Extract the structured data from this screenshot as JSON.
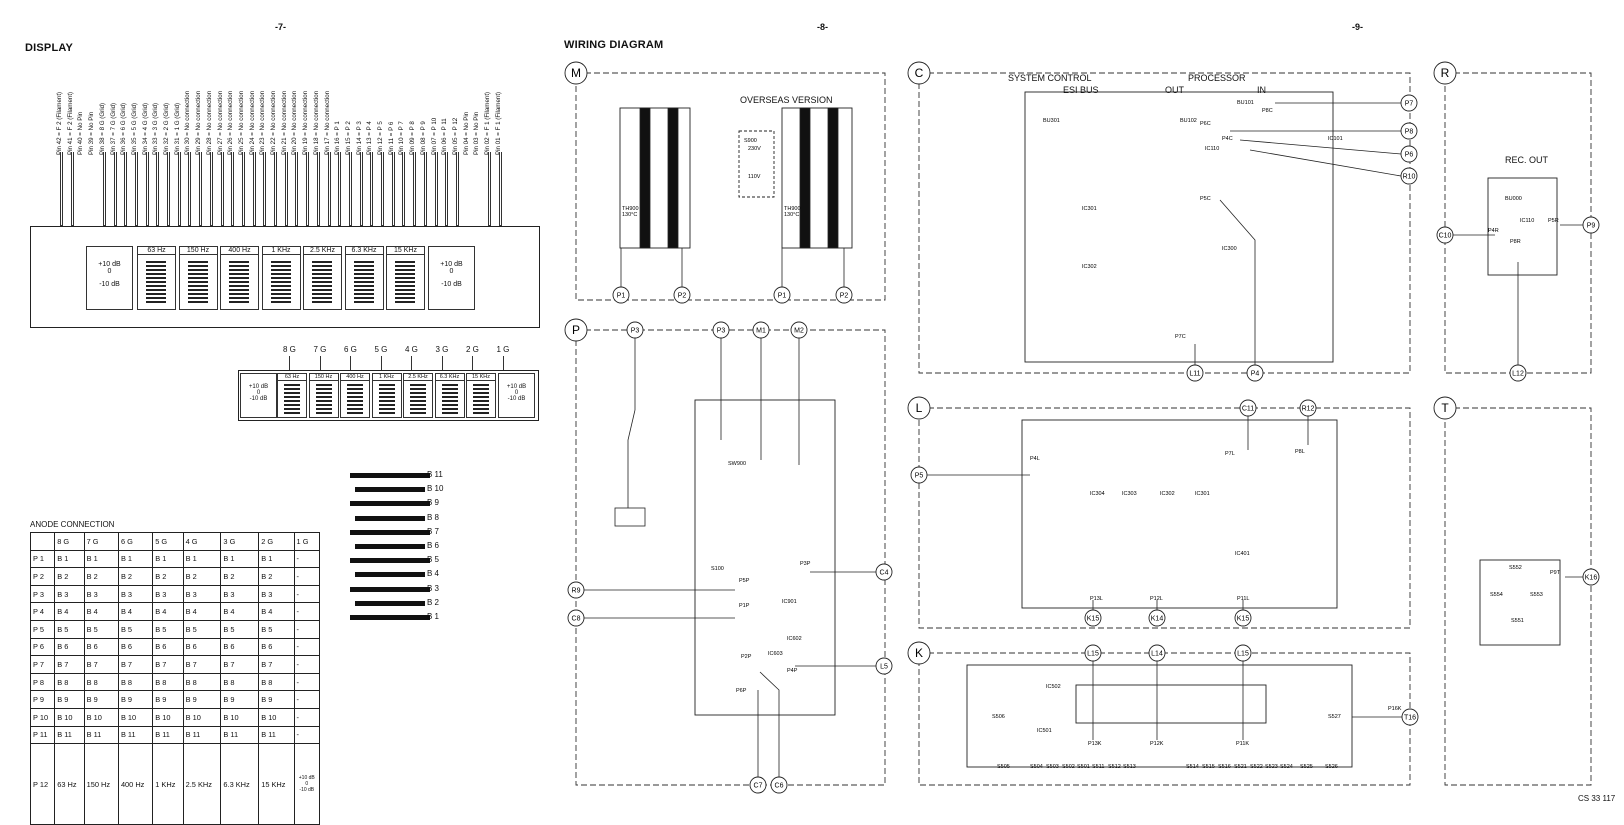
{
  "page_numbers": [
    "-7-",
    "-8-",
    "-9-"
  ],
  "display": {
    "title": "DISPLAY",
    "pins_left": [
      "Pin 42 = F 2 (Filament)",
      "Pin 41 = F 2 (Filament)",
      "Pin 40 = No Pin",
      "Pin 39 = No Pin",
      "Pin 38 = 8 G (Grid)",
      "Pin 37 = 7 G (Grid)",
      "Pin 36 = 6 G (Grid)",
      "Pin 35 = 5 G (Grid)",
      "Pin 34 = 4 G (Grid)",
      "Pin 33 = 3 G (Grid)",
      "Pin 32 = 2 G (Grid)",
      "Pin 31 = 1 G (Grid)",
      "Pin 30 = No connection",
      "Pin 29 = No connection",
      "Pin 28 = No connection",
      "Pin 27 = No connection",
      "Pin 26 = No connection",
      "Pin 25 = No connection",
      "Pin 24 = No connection",
      "Pin 23 = No connection",
      "Pin 22 = No connection",
      "Pin 21 = No connection",
      "Pin 20 = No connection",
      "Pin 19 = No connection",
      "Pin 18 = No connection",
      "Pin 17 = No connection",
      "Pin 16 = P 1",
      "Pin 15 = P 2",
      "Pin 14 = P 3",
      "Pin 13 = P 4",
      "Pin 12 = P 5",
      "Pin 11 = P 6",
      "Pin 10 = P 7",
      "Pin 09 = P 8",
      "Pin 08 = P 9",
      "Pin 07 = P 10",
      "Pin 06 = P 11",
      "Pin 05 = P 12",
      "Pin 04 = No Pin",
      "Pin 03 = No Pin",
      "Pin 02 = F 1 (Filament)",
      "Pin 01 = F 1 (Filament)"
    ],
    "bands": [
      "63 Hz",
      "150 Hz",
      "400 Hz",
      "1 KHz",
      "2.5 KHz",
      "6.3 KHz",
      "15 KHz"
    ],
    "level_left": [
      "+10 dB",
      "0",
      "-10 dB"
    ],
    "level_right": [
      "+10 dB",
      "0",
      "-10 dB"
    ],
    "grids": [
      "8 G",
      "7 G",
      "6 G",
      "5 G",
      "4 G",
      "3 G",
      "2 G",
      "1 G"
    ],
    "segments": [
      "B 11",
      "B 10",
      "B 9",
      "B 8",
      "B 7",
      "B 6",
      "B 5",
      "B 4",
      "B 3",
      "B 2",
      "B 1"
    ]
  },
  "anode": {
    "title": "ANODE CONNECTION",
    "headers": [
      "",
      "8 G",
      "7 G",
      "6 G",
      "5 G",
      "4 G",
      "3 G",
      "2 G",
      "1 G"
    ],
    "rows": [
      [
        "P 1",
        "B 1",
        "B 1",
        "B 1",
        "B 1",
        "B 1",
        "B 1",
        "B 1",
        "-"
      ],
      [
        "P 2",
        "B 2",
        "B 2",
        "B 2",
        "B 2",
        "B 2",
        "B 2",
        "B 2",
        "-"
      ],
      [
        "P 3",
        "B 3",
        "B 3",
        "B 3",
        "B 3",
        "B 3",
        "B 3",
        "B 3",
        "-"
      ],
      [
        "P 4",
        "B 4",
        "B 4",
        "B 4",
        "B 4",
        "B 4",
        "B 4",
        "B 4",
        "-"
      ],
      [
        "P 5",
        "B 5",
        "B 5",
        "B 5",
        "B 5",
        "B 5",
        "B 5",
        "B 5",
        "-"
      ],
      [
        "P 6",
        "B 6",
        "B 6",
        "B 6",
        "B 6",
        "B 6",
        "B 6",
        "B 6",
        "-"
      ],
      [
        "P 7",
        "B 7",
        "B 7",
        "B 7",
        "B 7",
        "B 7",
        "B 7",
        "B 7",
        "-"
      ],
      [
        "P 8",
        "B 8",
        "B 8",
        "B 8",
        "B 8",
        "B 8",
        "B 8",
        "B 8",
        "-"
      ],
      [
        "P 9",
        "B 9",
        "B 9",
        "B 9",
        "B 9",
        "B 9",
        "B 9",
        "B 9",
        "-"
      ],
      [
        "P 10",
        "B 10",
        "B 10",
        "B 10",
        "B 10",
        "B 10",
        "B 10",
        "B 10",
        "-"
      ],
      [
        "P 11",
        "B 11",
        "B 11",
        "B 11",
        "B 11",
        "B 11",
        "B 11",
        "B 11",
        "-"
      ]
    ],
    "last_row": [
      "P 12",
      "63 Hz",
      "150 Hz",
      "400 Hz",
      "1 KHz",
      "2.5 KHz",
      "6.3 KHz",
      "15 KHz"
    ],
    "last_levels": [
      "+10 dB",
      "0",
      "-10 dB"
    ]
  },
  "wiring": {
    "title": "WIRING DIAGRAM",
    "overseas": "OVERSEAS VERSION",
    "system_control": "SYSTEM CONTROL",
    "esi_bus": "ESI BUS",
    "processor": "PROCESSOR",
    "out": "OUT",
    "in": "IN",
    "rec_out": "REC. OUT",
    "panel_letters": [
      "M",
      "P",
      "C",
      "R",
      "L",
      "T",
      "K"
    ],
    "connectors": {
      "M": [
        "P1",
        "P2",
        "P1",
        "P2"
      ],
      "P": [
        "P3",
        "P3",
        "M1",
        "M2",
        "R9",
        "C8",
        "C4",
        "L5",
        "C7",
        "C6"
      ],
      "C": [
        "P7",
        "P8",
        "P6",
        "R10",
        "L11",
        "P4"
      ],
      "R": [
        "C10",
        "P9",
        "L12"
      ],
      "L": [
        "C11",
        "R12",
        "P5",
        "K15",
        "K14",
        "K15"
      ],
      "T": [
        "K16"
      ],
      "K": [
        "L15",
        "L14",
        "L15",
        "T16"
      ]
    },
    "parts": {
      "M": [
        "TH900",
        "130°C",
        "S900",
        "230V",
        "110V",
        "TH900",
        "130°C"
      ],
      "P": [
        "SW900",
        "S100",
        "P5P",
        "P1P",
        "IC901",
        "IC603",
        "IC602",
        "P2P",
        "P6P",
        "P4P",
        "P3P"
      ],
      "C": [
        "BU301",
        "BU102",
        "BU101",
        "P8C",
        "P7C",
        "P6C",
        "P4C",
        "IC101",
        "IC110",
        "IC301",
        "IC302",
        "IC300",
        "P5C"
      ],
      "R": [
        "BU000",
        "IC110",
        "P4R",
        "P5R",
        "P8R"
      ],
      "L": [
        "P4L",
        "P7L",
        "P8L",
        "IC304",
        "IC303",
        "IC302",
        "IC301",
        "IC401",
        "P13L",
        "P12L",
        "P11L"
      ],
      "T": [
        "S552",
        "S554",
        "S553",
        "S551",
        "P9T"
      ],
      "K": [
        "S506",
        "IC501",
        "IC502",
        "P13K",
        "P12K",
        "P11K",
        "S527",
        "P16K",
        "S505",
        "S504",
        "S503",
        "S502",
        "S501",
        "S511",
        "S512",
        "S513",
        "S514",
        "S515",
        "S516",
        "S521",
        "S522",
        "S523",
        "S524",
        "S525",
        "S526"
      ]
    }
  },
  "footer_code": "CS 33 117"
}
